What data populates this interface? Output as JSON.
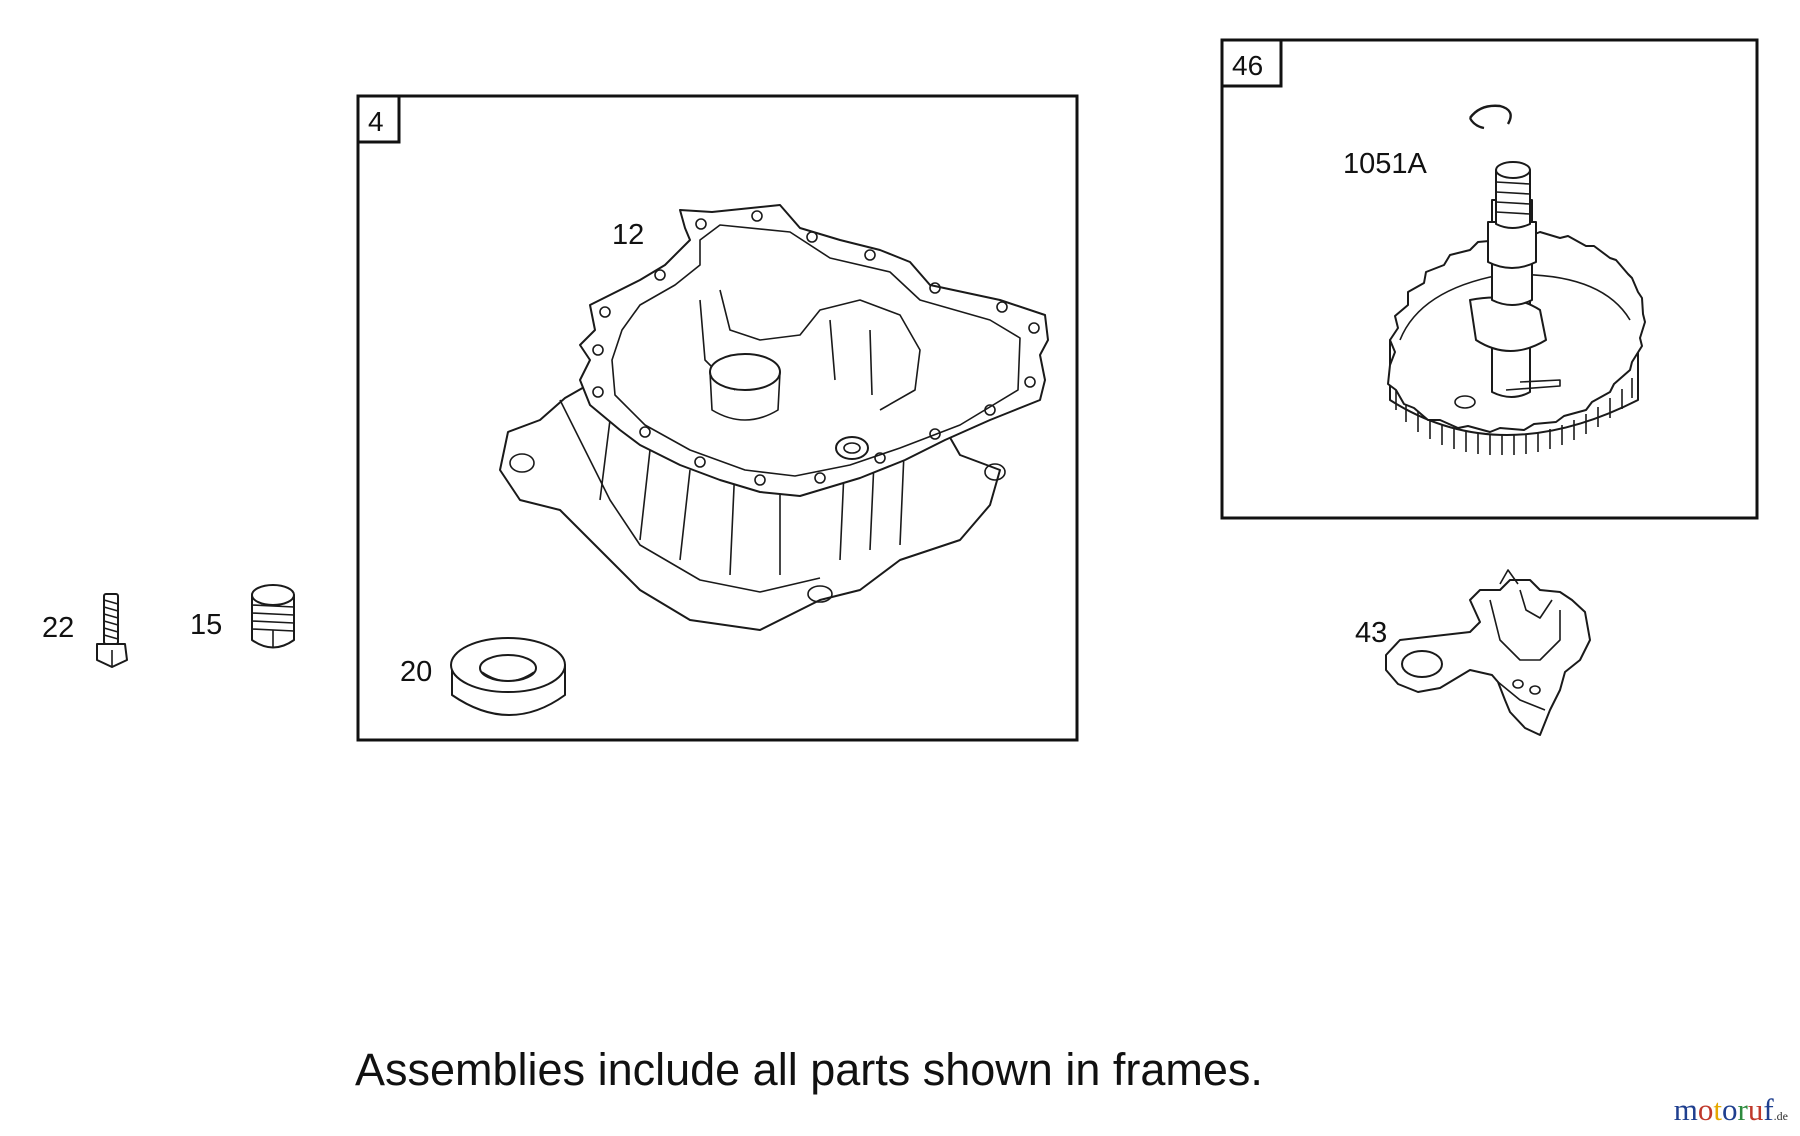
{
  "frames": [
    {
      "tag": "4"
    },
    {
      "tag": "46"
    }
  ],
  "parts": [
    {
      "id": "12"
    },
    {
      "id": "20"
    },
    {
      "id": "22"
    },
    {
      "id": "15"
    },
    {
      "id": "1051A"
    },
    {
      "id": "43"
    }
  ],
  "footer_note": "Assemblies include all parts shown in frames.",
  "watermark": {
    "brand": "motoruf",
    "tld": ".de",
    "colors": [
      "#1f3f8f",
      "#c0392b",
      "#e6a800",
      "#1f3f8f",
      "#2e8b3e",
      "#c0392b",
      "#1f3f8f"
    ]
  }
}
